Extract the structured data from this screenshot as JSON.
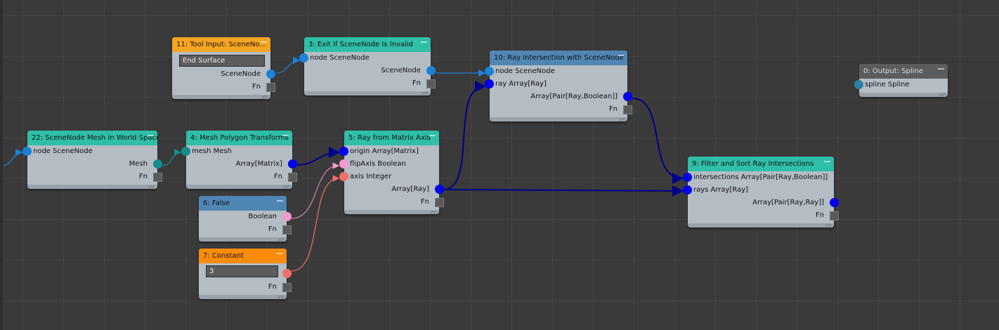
{
  "graph": {
    "nodes": {
      "n11": {
        "title": "11: Tool Input: SceneNo...",
        "field_value": "End Surface",
        "outputs": [
          "SceneNode"
        ],
        "fn": "Fn"
      },
      "n3": {
        "title": "3: Exit If SceneNode Is Invalid",
        "inputs": [
          "node SceneNode"
        ],
        "outputs": [
          "SceneNode"
        ],
        "fn": "Fn"
      },
      "n10": {
        "title": "10: Ray Intersection with SceneNode",
        "inputs": [
          "node SceneNode",
          "ray Array[Ray]"
        ],
        "outputs": [
          "Array[Pair[Ray,Boolean]]"
        ],
        "fn": "Fn"
      },
      "n0": {
        "title": "0: Output: Spline",
        "inputs": [
          "spline Spline"
        ]
      },
      "n22": {
        "title": "22: SceneNode Mesh in World Space",
        "inputs": [
          "node SceneNode"
        ],
        "outputs": [
          "Mesh"
        ],
        "fn": "Fn"
      },
      "n4": {
        "title": "4: Mesh Polygon Transforms",
        "inputs": [
          "mesh Mesh"
        ],
        "outputs": [
          "Array[Matrix]"
        ],
        "fn": "Fn"
      },
      "n5": {
        "title": "5: Ray from Matrix Axis",
        "inputs": [
          "origin Array[Matrix]",
          "flipAxis Boolean",
          "axis Integer"
        ],
        "outputs": [
          "Array[Ray]"
        ],
        "fn": "Fn"
      },
      "n6": {
        "title": "6: False",
        "outputs": [
          "Boolean"
        ],
        "fn": "Fn"
      },
      "n7": {
        "title": "7: Constant",
        "field_value": "3",
        "fn": "Fn"
      },
      "n9": {
        "title": "9: Filter and Sort Ray Intersections",
        "inputs": [
          "intersections Array[Pair[Ray,Boolean]]",
          "rays Array[Ray]"
        ],
        "outputs": [
          "Array[Pair[Ray,Ray]]"
        ],
        "fn": "Fn"
      }
    },
    "colors": {
      "scenenode": "#1a82d9",
      "mesh": "#138c8c",
      "array": "#0000ee",
      "boolean": "#f49ad0",
      "integer": "#f26f6a",
      "spline": "#2e7fa6",
      "wire_array": "#00008b"
    }
  }
}
